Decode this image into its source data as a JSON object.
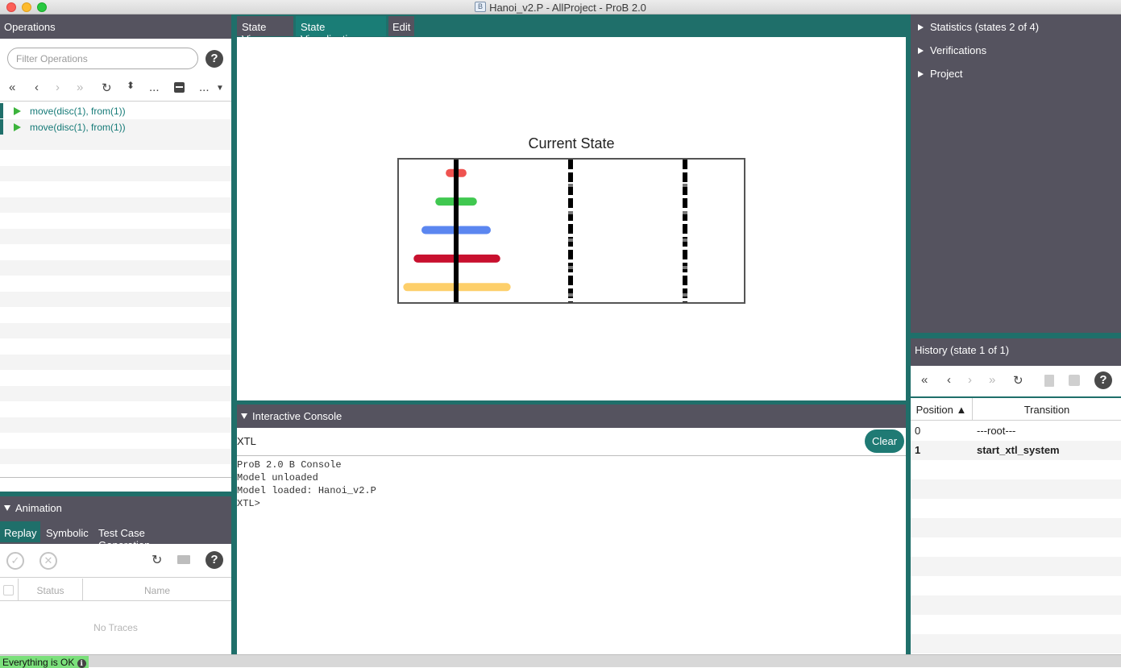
{
  "window": {
    "title": "Hanoi_v2.P - AllProject - ProB 2.0",
    "app_icon_letter": "B"
  },
  "operations": {
    "header": "Operations",
    "filter_placeholder": "Filter Operations",
    "toolbar": {
      "more1": "...",
      "more2": "..."
    },
    "items": [
      {
        "label": "move(disc(1), from(1))"
      },
      {
        "label": "move(disc(1), from(1))"
      }
    ]
  },
  "animation": {
    "header": "Animation",
    "tabs": [
      "Replay",
      "Symbolic",
      "Test Case Generation"
    ],
    "columns": {
      "status": "Status",
      "name": "Name"
    },
    "empty": "No Traces"
  },
  "main": {
    "tabs": [
      "State View",
      "State Visualisation",
      "Edit"
    ],
    "active_tab": "State Visualisation",
    "visualisation": {
      "title": "Current State",
      "disc_colors": [
        "#ef5350",
        "#40c850",
        "#5b86f0",
        "#c8102e",
        "#fdcf6a"
      ],
      "disc_widths": [
        0.06,
        0.12,
        0.2,
        0.25,
        0.31
      ],
      "towers": [
        [
          1,
          2,
          3,
          4,
          5
        ],
        [],
        []
      ]
    }
  },
  "console": {
    "header": "Interactive Console",
    "language": "XTL",
    "clear_label": "Clear",
    "lines": [
      "ProB 2.0 B Console",
      "Model unloaded",
      "Model loaded: Hanoi_v2.P",
      "XTL>"
    ]
  },
  "statistics": {
    "items": [
      "Statistics (states 2 of 4)",
      "Verifications",
      "Project"
    ]
  },
  "history": {
    "header": "History (state 1 of 1)",
    "columns": {
      "position": "Position ▲",
      "transition": "Transition"
    },
    "rows": [
      {
        "position": "0",
        "transition": "---root---"
      },
      {
        "position": "1",
        "transition": "start_xtl_system"
      }
    ]
  },
  "status": {
    "text": "Everything is OK",
    "info_icon": "ℹ"
  },
  "colors": {
    "accent": "#1f6f6a",
    "header": "#55535f",
    "ok": "#7be07b"
  }
}
